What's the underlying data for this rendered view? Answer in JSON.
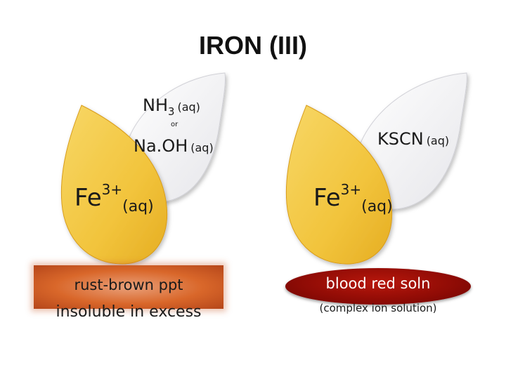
{
  "title": "IRON (III)",
  "left": {
    "reagent1": {
      "formula": "NH",
      "subscript": "3",
      "state": "(aq)"
    },
    "connector": "or",
    "reagent2": {
      "formula": "Na",
      "dot": ".",
      "rest": "OH",
      "state": "(aq)"
    },
    "ion": {
      "symbol": "Fe",
      "charge": "3+",
      "state": "(aq)"
    },
    "result": {
      "line1": "rust-brown ppt",
      "line2": "insoluble in excess"
    }
  },
  "right": {
    "reagent": {
      "formula": "KSCN",
      "state": "(aq)"
    },
    "ion": {
      "symbol": "Fe",
      "charge": "3+",
      "state": "(aq)"
    },
    "result": {
      "line1": "blood red soln",
      "line2": "(complex ion solution)"
    }
  },
  "colors": {
    "yellow_leaf": "#f2c43c",
    "white_leaf": "#f4f4f6",
    "rust_brown": "#d9672a",
    "blood_red": "#8e0b05"
  }
}
